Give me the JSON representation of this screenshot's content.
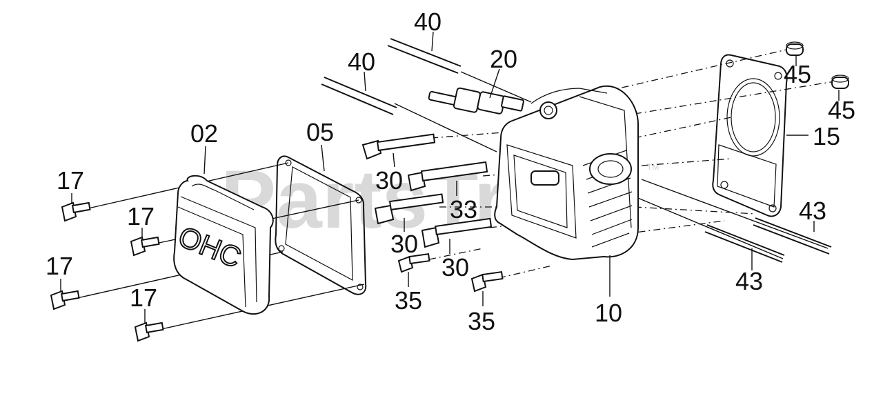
{
  "watermark": {
    "text": "PartsTree",
    "trademark": "TM"
  },
  "parts": {
    "p02": "02",
    "p05": "05",
    "p10": "10",
    "p15": "15",
    "p17": "17",
    "p20": "20",
    "p30": "30",
    "p33": "33",
    "p35": "35",
    "p40": "40",
    "p43": "43",
    "p45": "45"
  },
  "cover_marking": "OHC"
}
